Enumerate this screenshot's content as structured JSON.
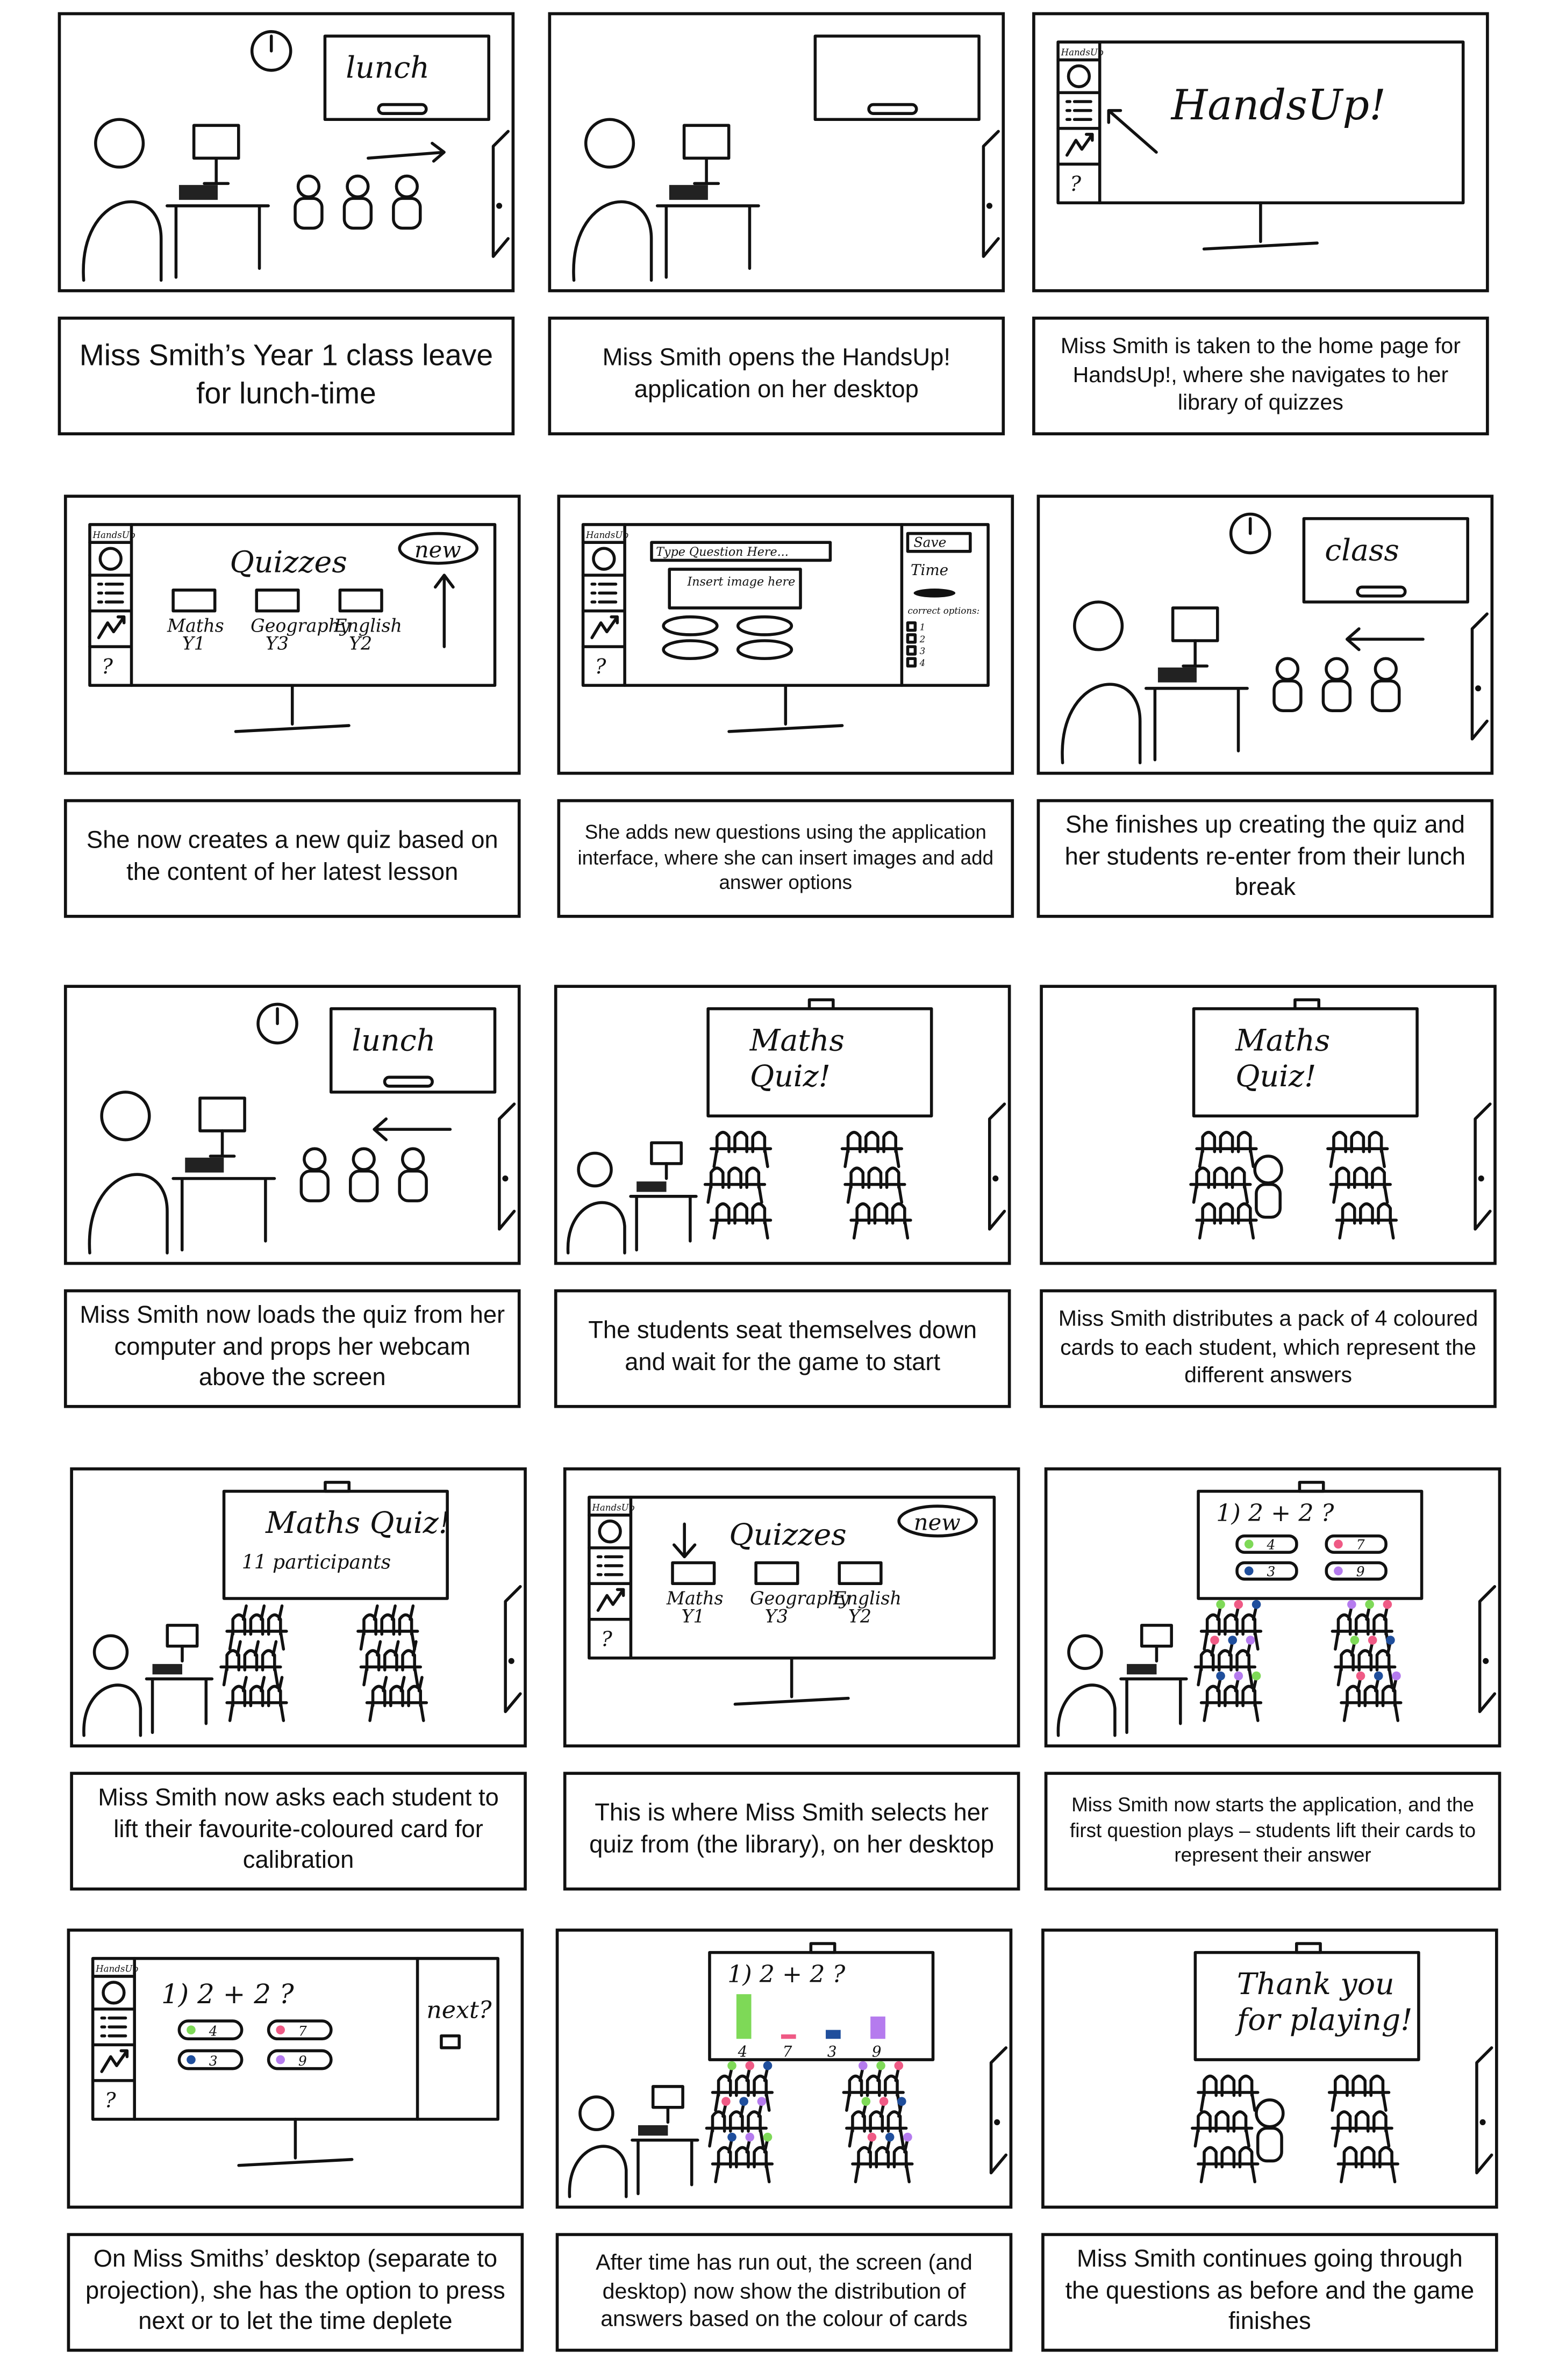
{
  "app_label": "HandsUp",
  "card_colors": {
    "green": "#7ed957",
    "pink": "#ef5a85",
    "blue": "#1f4e9c",
    "purple": "#b57bee"
  },
  "accent_colors": {
    "arrow_blue": "#1f5f86",
    "arrow_pink": "#ef4f86"
  },
  "panels": [
    {
      "caption": "Miss Smith’s Year 1 class leave for lunch-time",
      "scene": {
        "type": "classroom",
        "board": [
          "lunch"
        ],
        "clock": true,
        "arrow": "right",
        "students": true
      }
    },
    {
      "caption": "Miss Smith opens the HandsUp! application on her desktop",
      "scene": {
        "type": "classroom",
        "board": [],
        "clock": false,
        "arrow": "none",
        "students": false
      }
    },
    {
      "caption": "Miss Smith is taken to the home page for HandsUp!, where she navigates to her library of quizzes",
      "scene": {
        "type": "monitor",
        "variant": "home",
        "title": "HandsUp!"
      }
    },
    {
      "caption": "She now creates a new quiz based on the content of her latest lesson",
      "scene": {
        "type": "monitor",
        "variant": "library",
        "title": "Quizzes",
        "new_label": "new",
        "arrow": "up-blue",
        "subjects": [
          {
            "name": "Maths",
            "year": "Y1"
          },
          {
            "name": "Geography",
            "year": "Y3"
          },
          {
            "name": "English",
            "year": "Y2"
          }
        ]
      }
    },
    {
      "caption": "She adds new questions using the application interface, where she can insert images and add answer options",
      "scene": {
        "type": "monitor",
        "variant": "editor",
        "question_placeholder": "Type Question Here...",
        "image_placeholder": "Insert image here",
        "save_label": "Save",
        "time_label": "Time",
        "options_label": "correct options:",
        "option_numbers": [
          "1",
          "2",
          "3",
          "4"
        ]
      }
    },
    {
      "caption": "She finishes up creating the quiz and her students re-enter from their lunch break",
      "scene": {
        "type": "classroom",
        "board": [
          "class"
        ],
        "clock": true,
        "arrow": "left",
        "students": true
      }
    },
    {
      "caption": "Miss Smith now loads the quiz from her computer and props her webcam above the screen",
      "scene": {
        "type": "classroom",
        "board": [
          "lunch"
        ],
        "clock": true,
        "arrow": "left",
        "students": true
      }
    },
    {
      "caption": "The students seat themselves down and wait for the game to start",
      "scene": {
        "type": "class-quiz",
        "board": [
          "Maths",
          "Quiz!"
        ],
        "teacher": "seated"
      }
    },
    {
      "caption": "Miss Smith distributes a pack of 4 coloured cards to each student, which represent the different answers",
      "scene": {
        "type": "class-quiz",
        "board": [
          "Maths",
          "Quiz!"
        ],
        "teacher": "center"
      }
    },
    {
      "caption": "Miss Smith now asks each student to lift their favourite-coloured card for calibration",
      "scene": {
        "type": "class-quiz",
        "board": [
          "Maths Quiz!",
          "11 participants"
        ],
        "teacher": "seated",
        "hands": true
      }
    },
    {
      "caption": "This is where Miss Smith selects her quiz from (the library), on her desktop",
      "scene": {
        "type": "monitor",
        "variant": "library",
        "title": "Quizzes",
        "new_label": "new",
        "arrow": "down-pink",
        "subjects": [
          {
            "name": "Maths",
            "year": "Y1"
          },
          {
            "name": "Geography",
            "year": "Y3"
          },
          {
            "name": "English",
            "year": "Y2"
          }
        ]
      }
    },
    {
      "caption": "Miss Smith now starts the application, and the first question plays – students lift their cards to represent their answer",
      "scene": {
        "type": "class-quiz",
        "board": [],
        "question": "1) 2 + 2 ?",
        "cards": [
          {
            "value": "4",
            "color": "green"
          },
          {
            "value": "7",
            "color": "pink"
          },
          {
            "value": "3",
            "color": "blue"
          },
          {
            "value": "9",
            "color": "purple"
          }
        ],
        "teacher": "seated",
        "hands": true,
        "colored": true
      }
    },
    {
      "caption": "On Miss Smiths’ desktop (separate to projection), she has the option to press next or to let the time deplete",
      "scene": {
        "type": "monitor",
        "variant": "question",
        "question": "1) 2 + 2 ?",
        "next_label": "next?",
        "cards": [
          {
            "value": "4",
            "color": "green"
          },
          {
            "value": "7",
            "color": "pink"
          },
          {
            "value": "3",
            "color": "blue"
          },
          {
            "value": "9",
            "color": "purple"
          }
        ]
      }
    },
    {
      "caption": "After time has run out, the screen (and desktop) now show the distribution of answers based on the colour of cards",
      "scene": {
        "type": "class-quiz",
        "board": [],
        "question": "1) 2 + 2 ?",
        "bars": [
          {
            "value": "4",
            "color": "green",
            "level": 1.0
          },
          {
            "value": "7",
            "color": "pink",
            "level": 0.1
          },
          {
            "value": "3",
            "color": "blue",
            "level": 0.2
          },
          {
            "value": "9",
            "color": "purple",
            "level": 0.5
          }
        ],
        "teacher": "seated",
        "hands": true,
        "colored": true
      }
    },
    {
      "caption": "Miss Smith continues going through the questions as before and the game finishes",
      "scene": {
        "type": "class-quiz",
        "board": [
          "Thank you",
          "for playing!"
        ],
        "teacher": "center"
      }
    }
  ]
}
